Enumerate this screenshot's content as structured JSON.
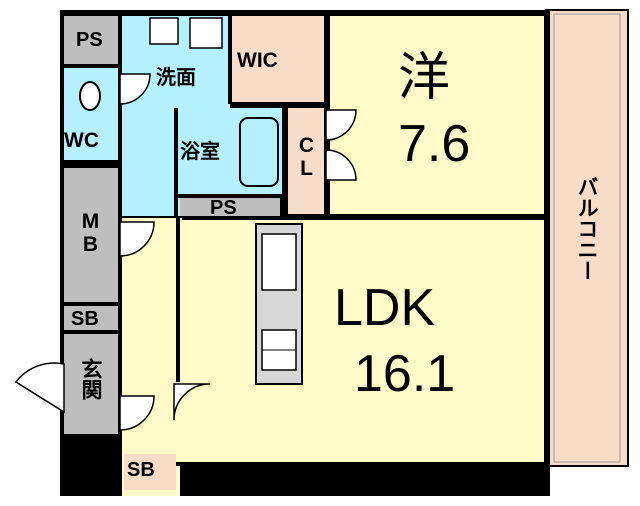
{
  "rooms": {
    "western_room": {
      "name": "洋",
      "size": "7.6"
    },
    "ldk": {
      "name": "LDK",
      "size": "16.1"
    },
    "balcony": "バルコニー",
    "wic": "WIC",
    "wc": "WC",
    "washroom": "洗面",
    "bathroom": "浴室",
    "closet": "CL",
    "mb": "MB",
    "entrance": "玄関",
    "ps_top": "PS",
    "ps_mid": "PS",
    "sb_mid": "SB",
    "sb_bottom": "SB"
  },
  "colors": {
    "wall": "#000000",
    "living_floor": "#fffbc8",
    "wet_area": "#b4f0ff",
    "storage": "#f7dcc8",
    "utility_gray": "#bebebe",
    "balcony": "#f7dcc8",
    "kitchen_gray": "#d7d7d7"
  }
}
